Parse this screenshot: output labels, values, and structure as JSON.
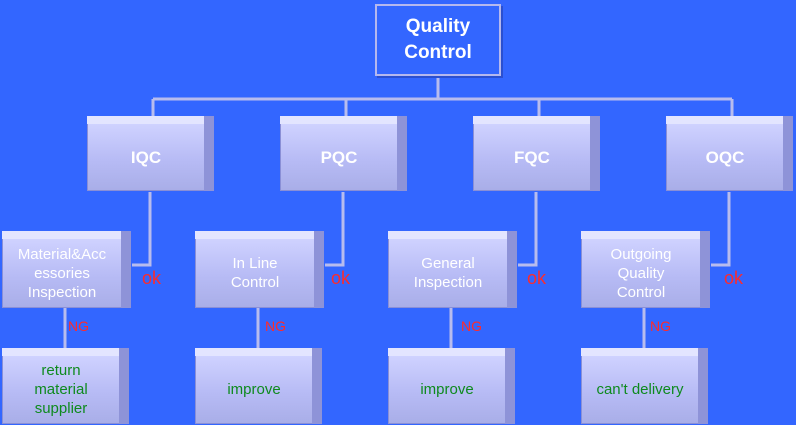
{
  "root": {
    "label": "Quality\nControl"
  },
  "branches": [
    {
      "title": "IQC",
      "check": "Material&Acc\nessories\nInspection",
      "ok": "ok",
      "ng": "NG",
      "action": "return\nmaterial\nsupplier"
    },
    {
      "title": "PQC",
      "check": "In Line\nControl",
      "ok": "ok",
      "ng": "NG",
      "action": "improve"
    },
    {
      "title": "FQC",
      "check": "General\nInspection",
      "ok": "ok",
      "ng": "NG",
      "action": "improve"
    },
    {
      "title": "OQC",
      "check": "Outgoing\nQuality\nControl",
      "ok": "ok",
      "ng": "NG",
      "action": "can't delivery"
    }
  ],
  "colors": {
    "background": "#3366ff",
    "box": "#b7bbf5",
    "ok": "#ff2b2b",
    "action_text": "#0e8a1e"
  }
}
